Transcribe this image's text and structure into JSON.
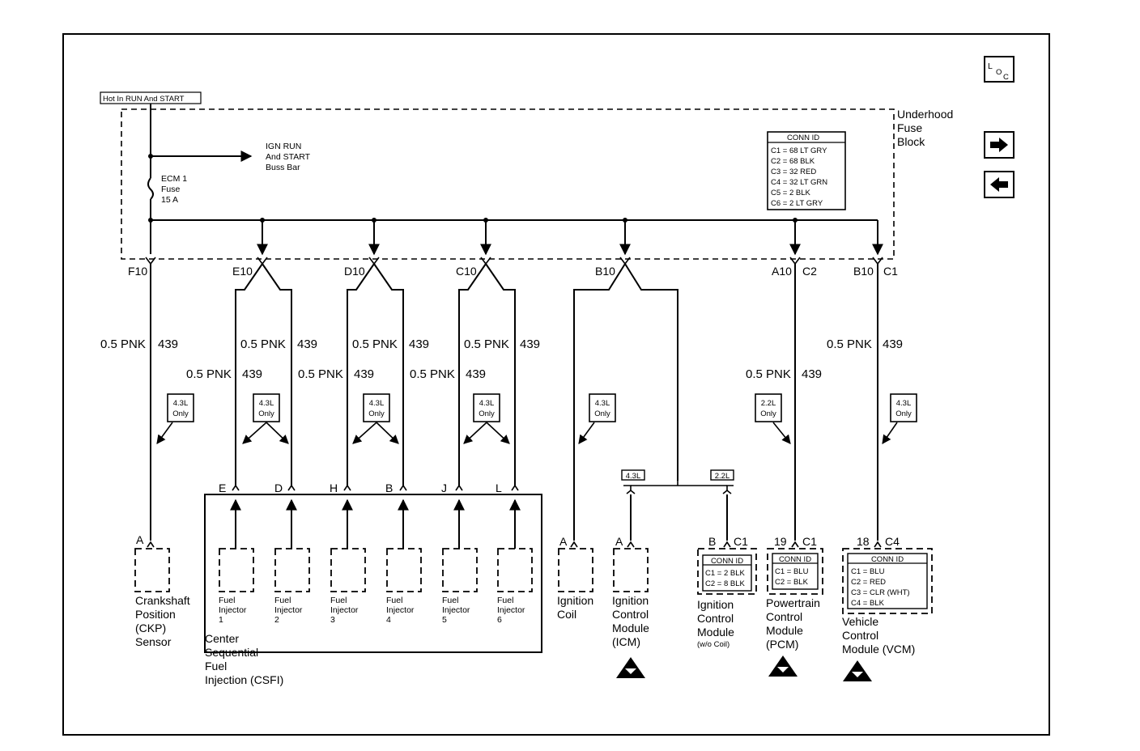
{
  "power": {
    "label": "Hot In RUN And START"
  },
  "fuse_block": {
    "name": [
      "Underhood",
      "Fuse",
      "Block"
    ]
  },
  "buss_bar": [
    "IGN RUN",
    "And START",
    "Buss Bar"
  ],
  "fuse": [
    "ECM 1",
    "Fuse",
    "15 A"
  ],
  "conn_id_fuse_block": {
    "title": "CONN ID",
    "rows": [
      "C1 = 68 LT GRY",
      "C2 = 68 BLK",
      "C3 = 32 RED",
      "C4 = 32 LT GRN",
      "C5 = 2 BLK",
      "C6 = 2 LT GRY"
    ]
  },
  "loc_icon": {
    "text": "L",
    "sub1": "O",
    "sub2": "C"
  },
  "terminals": {
    "f10": "F10",
    "e10": "E10",
    "d10": "D10",
    "c10": "C10",
    "b10": "B10",
    "a10": "A10",
    "a10_conn": "C2",
    "b10r": "B10",
    "b10r_conn": "C1"
  },
  "wire": {
    "size_color": "0.5 PNK",
    "circuit": "439"
  },
  "notes": {
    "v43": [
      "4.3L",
      "Only"
    ],
    "v22": [
      "2.2L",
      "Only"
    ],
    "tag43": "4.3L",
    "tag22": "2.2L"
  },
  "csfi": {
    "pins": [
      "E",
      "D",
      "H",
      "B",
      "J",
      "L"
    ],
    "injectors": [
      [
        "Fuel",
        "Injector",
        "1"
      ],
      [
        "Fuel",
        "Injector",
        "2"
      ],
      [
        "Fuel",
        "Injector",
        "3"
      ],
      [
        "Fuel",
        "Injector",
        "4"
      ],
      [
        "Fuel",
        "Injector",
        "5"
      ],
      [
        "Fuel",
        "Injector",
        "6"
      ]
    ],
    "name": [
      "Center",
      "Sequential",
      "Fuel",
      "Injection (CSFI)"
    ]
  },
  "ckp": {
    "pin": "A",
    "name": [
      "Crankshaft",
      "Position",
      "(CKP)",
      "Sensor"
    ]
  },
  "coil": {
    "pin": "A",
    "name": [
      "Ignition",
      "Coil"
    ]
  },
  "icm43": {
    "pin": "A",
    "name": [
      "Ignition",
      "Control",
      "Module",
      "(ICM)"
    ]
  },
  "icm22": {
    "pin": "B",
    "conn": "C1",
    "conn_title": "CONN ID",
    "rows": [
      "C1 = 2 BLK",
      "C2 = 8 BLK"
    ],
    "name": [
      "Ignition",
      "Control",
      "Module"
    ],
    "sub": "(w/o Coil)"
  },
  "pcm": {
    "pin": "19",
    "conn": "C1",
    "conn_title": "CONN ID",
    "rows": [
      "C1 = BLU",
      "C2 = BLK"
    ],
    "name": [
      "Powertrain",
      "Control",
      "Module",
      "(PCM)"
    ]
  },
  "vcm": {
    "pin": "18",
    "conn": "C4",
    "conn_title": "CONN ID",
    "rows": [
      "C1 = BLU",
      "C2 = RED",
      "C3 = CLR (WHT)",
      "C4 = BLK"
    ],
    "name": [
      "Vehicle",
      "Control",
      "Module (VCM)"
    ]
  }
}
